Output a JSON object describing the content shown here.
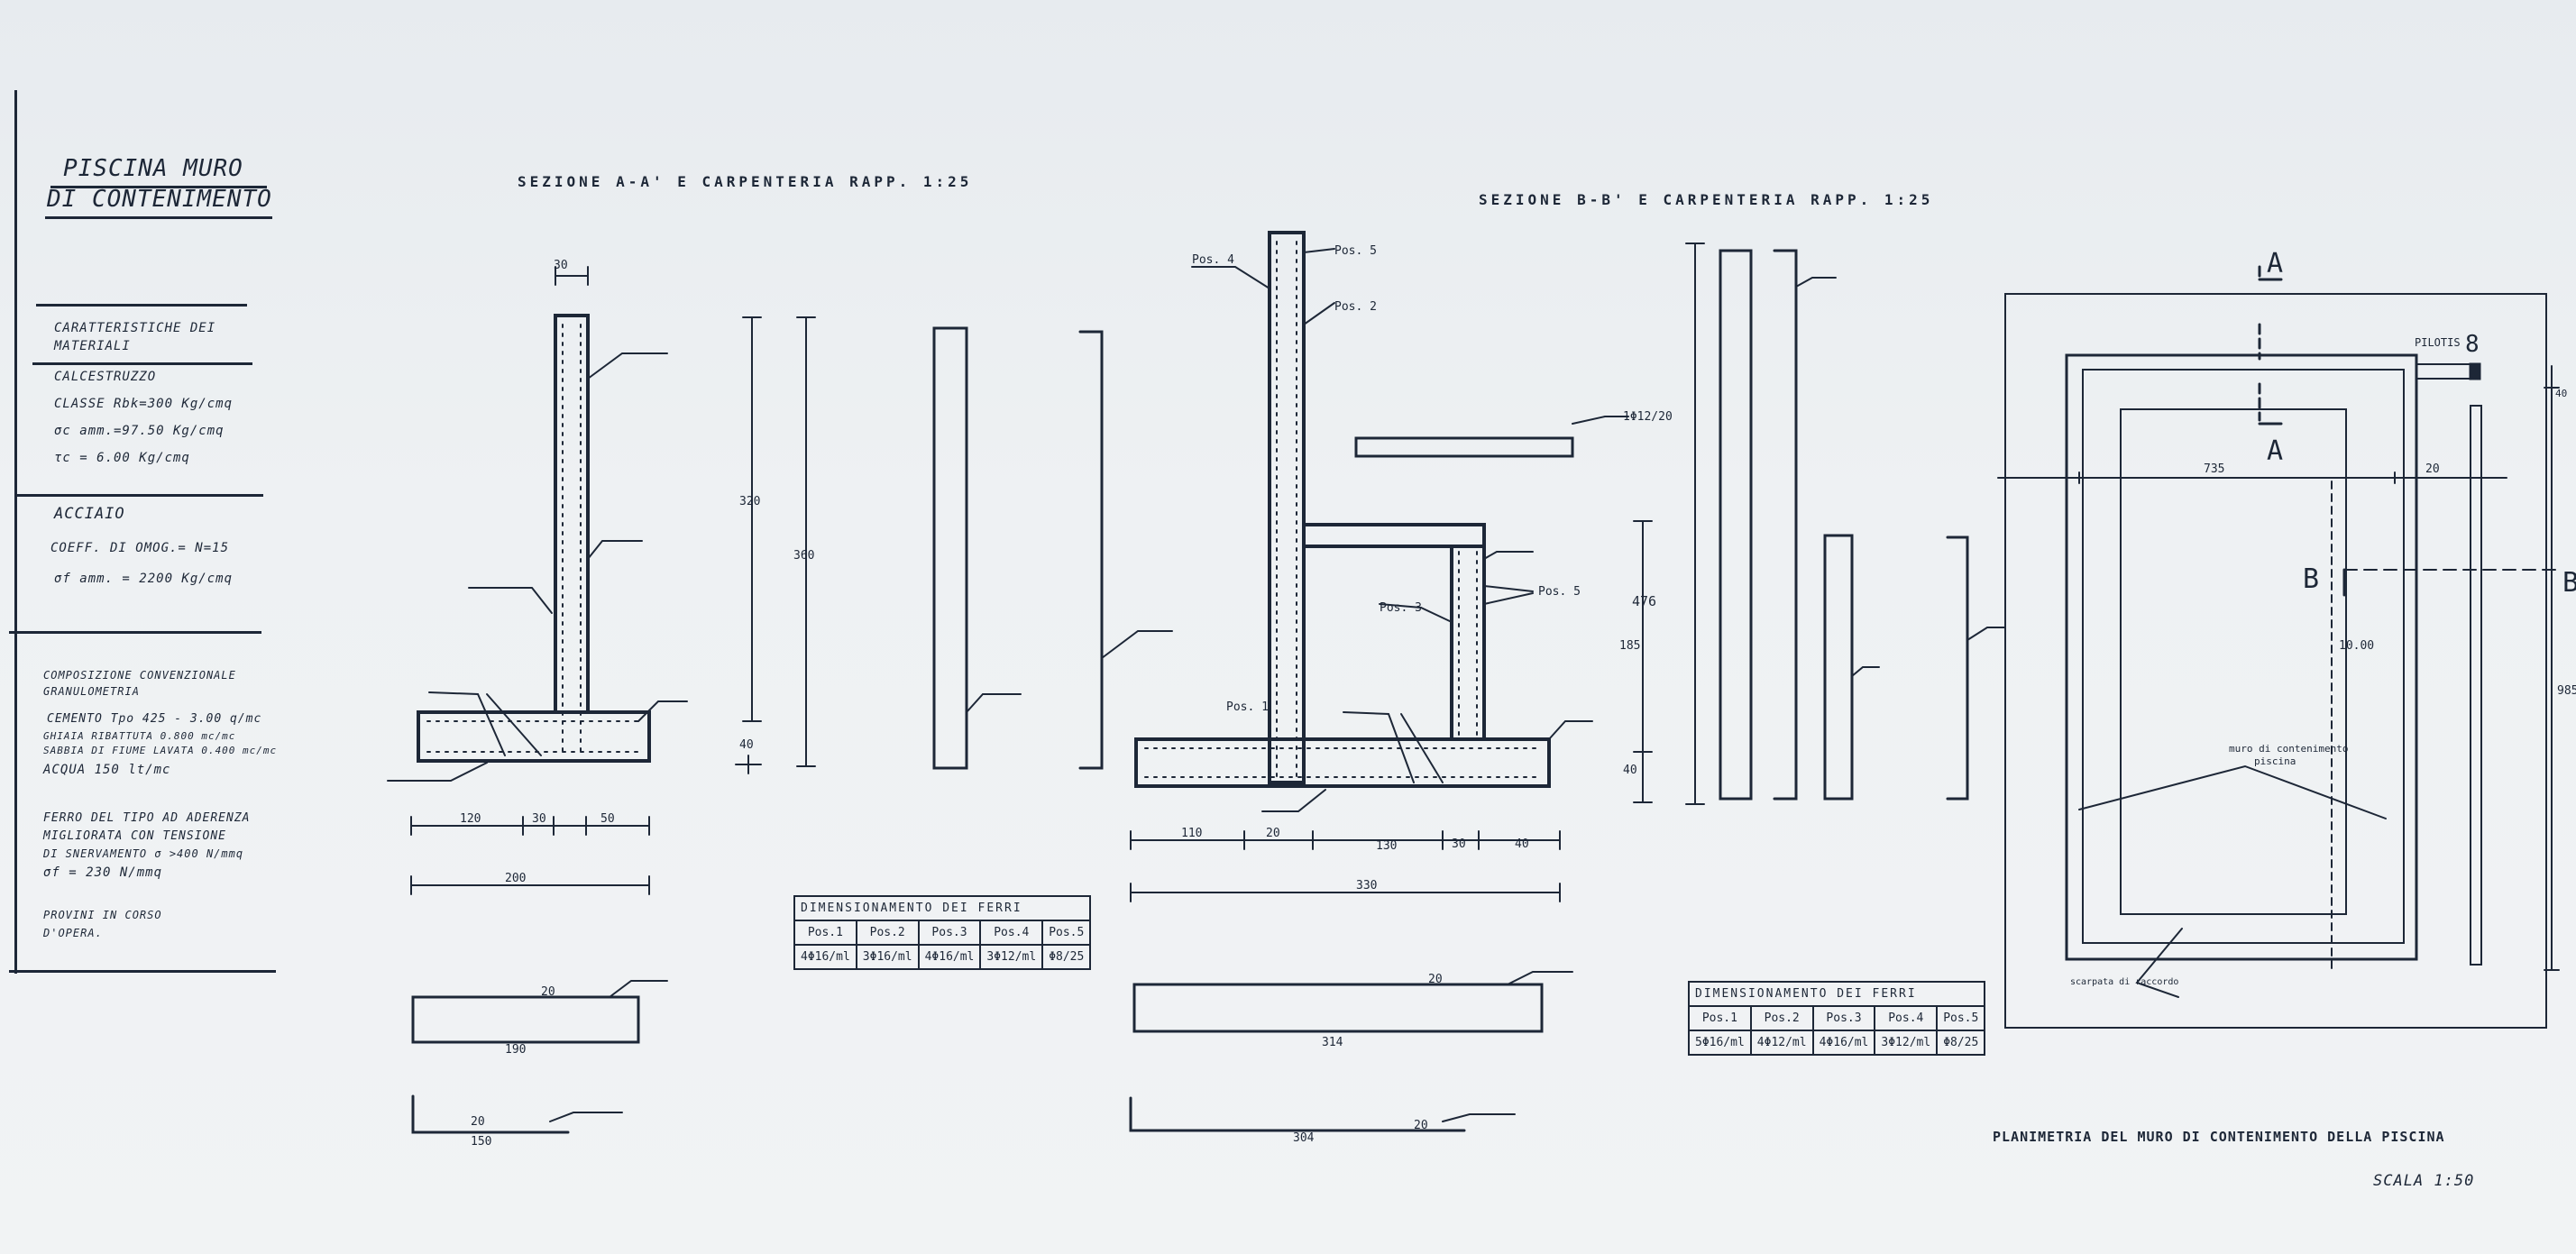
{
  "title": {
    "line1": "PISCINA MURO",
    "line2": "DI CONTENIMENTO"
  },
  "materials": {
    "heading1": "CARATTERISTICHE DEI",
    "heading2": "MATERIALI",
    "concrete_label": "CALCESTRUZZO",
    "concrete_class": "CLASSE Rbk=300 Kg/cmq",
    "concrete_sigma": "σc amm.=97.50 Kg/cmq",
    "concrete_tau": "τc = 6.00 Kg/cmq",
    "steel_label": "ACCIAIO",
    "steel_coeff": "COEFF. DI OMOG.= N=15",
    "steel_sigma": "σf amm. = 2200 Kg/cmq"
  },
  "mix": {
    "line1": "COMPOSIZIONE CONVENZIONALE",
    "line2": "GRANULOMETRIA",
    "line3": "CEMENTO  Tpo 425 - 3.00 q/mc",
    "line4": "GHIAIA RIBATTUTA   0.800 mc/mc",
    "line5": "SABBIA DI FIUME LAVATA  0.400 mc/mc",
    "line6": "ACQUA          150 lt/mc"
  },
  "steel_notes": {
    "line1": "FERRO DEL TIPO AD ADERENZA",
    "line2": "MIGLIORATA CON TENSIONE",
    "line3": "DI SNERVAMENTO σ >400 N/mmq",
    "line4": "σf = 230 N/mmq",
    "line5": "PROVINI IN CORSO",
    "line6": "D'OPERA."
  },
  "section_aa": {
    "heading": "SEZIONE A-A' E CARPENTERIA RAPP. 1:25",
    "dim_top": "30",
    "dim_height_1": "320",
    "dim_height_2": "360",
    "dim_foot": "40",
    "dim_bottom_a": "120",
    "dim_bottom_b": "30",
    "dim_bottom_c": "50",
    "dim_total": "200",
    "bar_bottom_len": "190",
    "bar_bottom_hook": "20",
    "bar_small_len": "150",
    "bar_small_hook": "20"
  },
  "section_bb": {
    "heading": "SEZIONE B-B' E CARPENTERIA RAPP. 1:25",
    "pos1": "Pos. 1",
    "pos2": "Pos. 2",
    "pos3": "Pos. 3",
    "pos4": "Pos. 4",
    "pos5": "Pos. 5",
    "stirrup_label": "1Φ12/20",
    "dim_bottom_a": "110",
    "dim_bottom_b": "20",
    "dim_bottom_c": "130",
    "dim_bottom_d": "30",
    "dim_bottom_e": "40",
    "dim_total": "330",
    "dim_476": "476",
    "dim_185": "185",
    "dim_40": "40",
    "bar_bottom_len": "314",
    "bar_bottom_hook": "20",
    "bar_small_len": "304",
    "bar_small_hook": "20"
  },
  "table_aa": {
    "caption": "DIMENSIONAMENTO DEI FERRI",
    "headers": [
      "Pos.1",
      "Pos.2",
      "Pos.3",
      "Pos.4",
      "Pos.5"
    ],
    "values": [
      "4Φ16/ml",
      "3Φ16/ml",
      "4Φ16/ml",
      "3Φ12/ml",
      "Φ8/25"
    ]
  },
  "table_bb": {
    "caption": "DIMENSIONAMENTO DEI FERRI",
    "headers": [
      "Pos.1",
      "Pos.2",
      "Pos.3",
      "Pos.4",
      "Pos.5"
    ],
    "values": [
      "5Φ16/ml",
      "4Φ12/ml",
      "4Φ16/ml",
      "3Φ12/ml",
      "Φ8/25"
    ]
  },
  "plan": {
    "label_a_top": "A",
    "label_a_bottom": "A",
    "label_b_left": "B",
    "label_b_right": "B",
    "pilot_label": "PILOTIS",
    "pilot_num": "8",
    "dim_735": "735",
    "dim_20": "20",
    "dim_1000": "10.00",
    "dim_985": "985",
    "dim_40": "40",
    "inner_label_1": "muro di contenimento",
    "inner_label_2": "piscina",
    "bottom_left_label": "scarpata di raccordo",
    "caption": "PLANIMETRIA DEL MURO DI CONTENIMENTO DELLA PISCINA",
    "scale": "SCALA 1:50"
  }
}
